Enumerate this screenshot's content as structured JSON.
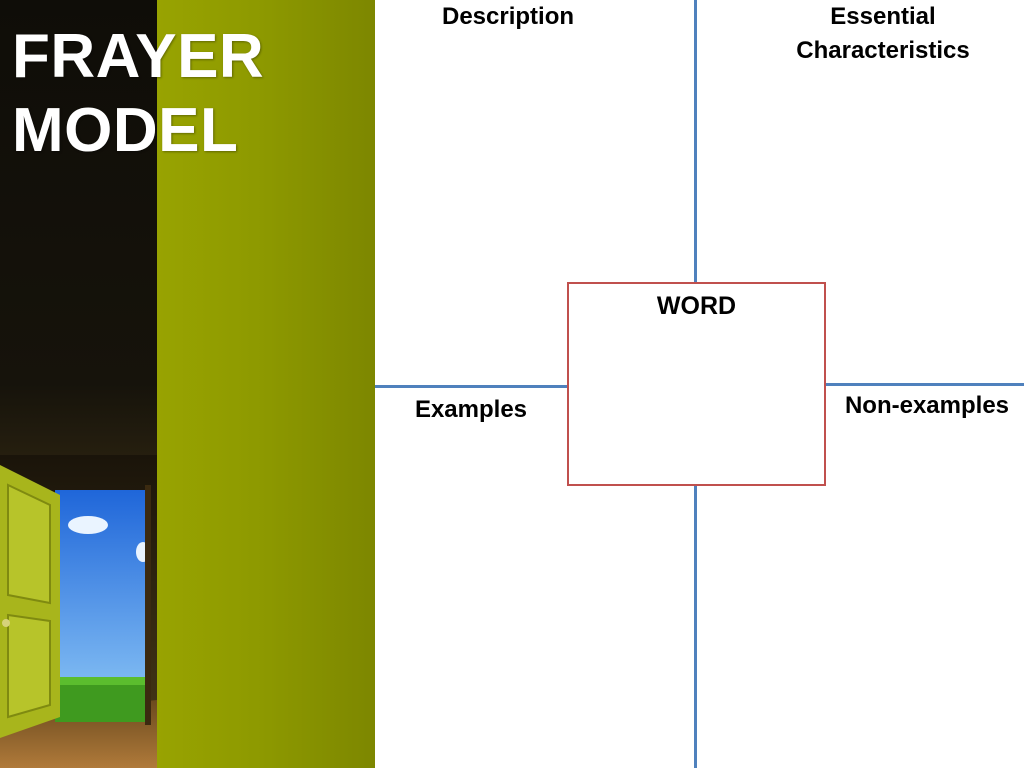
{
  "slide": {
    "title_line1": "FRAYER",
    "title_line2": "MODEL"
  },
  "frayer": {
    "center": "WORD",
    "top_left": "Description",
    "top_right": "Essential Characteristics",
    "bottom_left": "Examples",
    "bottom_right": "Non-examples"
  },
  "colors": {
    "accent_green": "#8e9a00",
    "dark_panel": "#16130b",
    "divider_blue": "#4f81bd",
    "word_border_red": "#c0504d"
  },
  "icons": {
    "decorative_image": "open-door-to-sky-image"
  }
}
